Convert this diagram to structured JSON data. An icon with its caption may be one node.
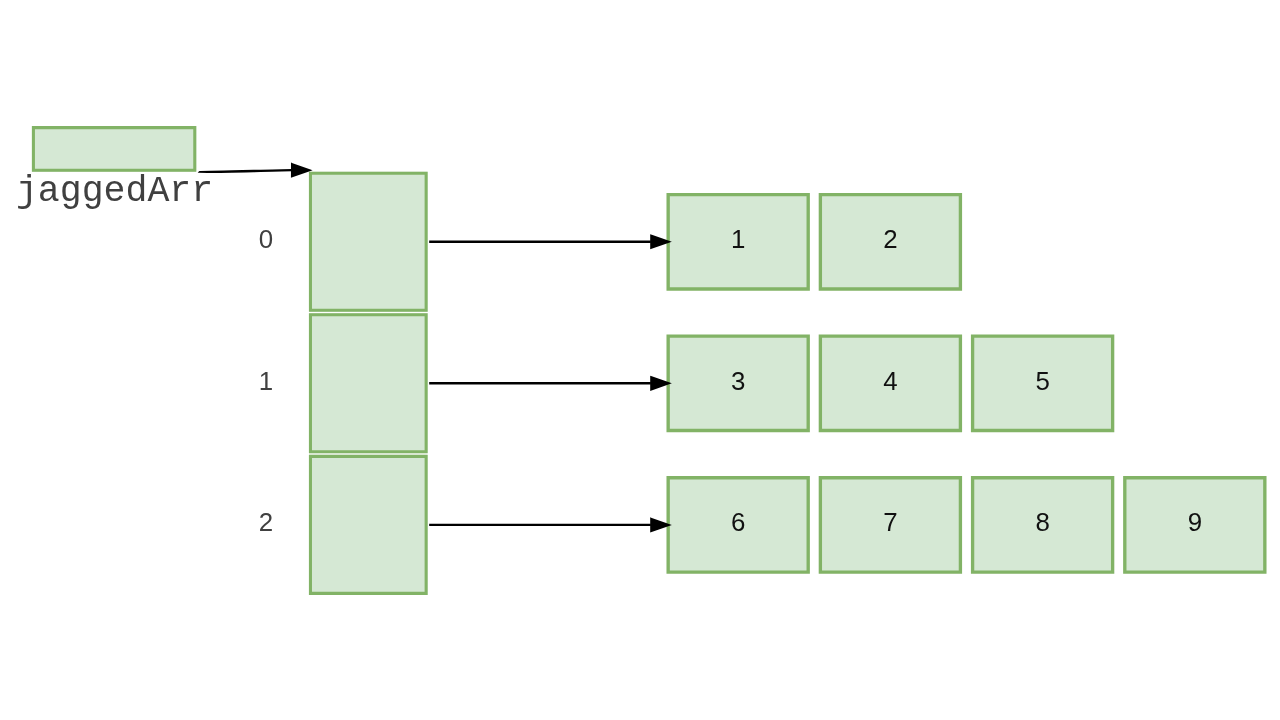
{
  "diagram": {
    "nodes": [
      {
        "text": [],
        "shape": "box",
        "beside": [
          "jaggedArr"
        ]
      },
      {
        "text": [],
        "shape": "box",
        "beside": [
          "0"
        ]
      },
      {
        "text": [],
        "shape": "box",
        "beside": [
          "1"
        ]
      },
      {
        "text": [],
        "shape": "box",
        "beside": [
          "2"
        ]
      },
      {
        "text": [
          "1"
        ]
      },
      {
        "text": [
          "2"
        ]
      },
      {
        "text": [
          "3"
        ]
      },
      {
        "text": [
          "4"
        ]
      },
      {
        "text": [
          "5"
        ]
      },
      {
        "text": [
          "6"
        ]
      },
      {
        "text": [
          "7"
        ]
      },
      {
        "text": [
          "8"
        ]
      },
      {
        "text": [
          "9"
        ]
      }
    ],
    "edges": [
      {
        "from": 0,
        "to": 1,
        "arrow": "to"
      },
      {
        "from": 1,
        "to": 4,
        "arrow": "to"
      },
      {
        "from": 2,
        "to": 6,
        "arrow": "to"
      },
      {
        "from": 3,
        "to": 9,
        "arrow": "to"
      }
    ]
  }
}
